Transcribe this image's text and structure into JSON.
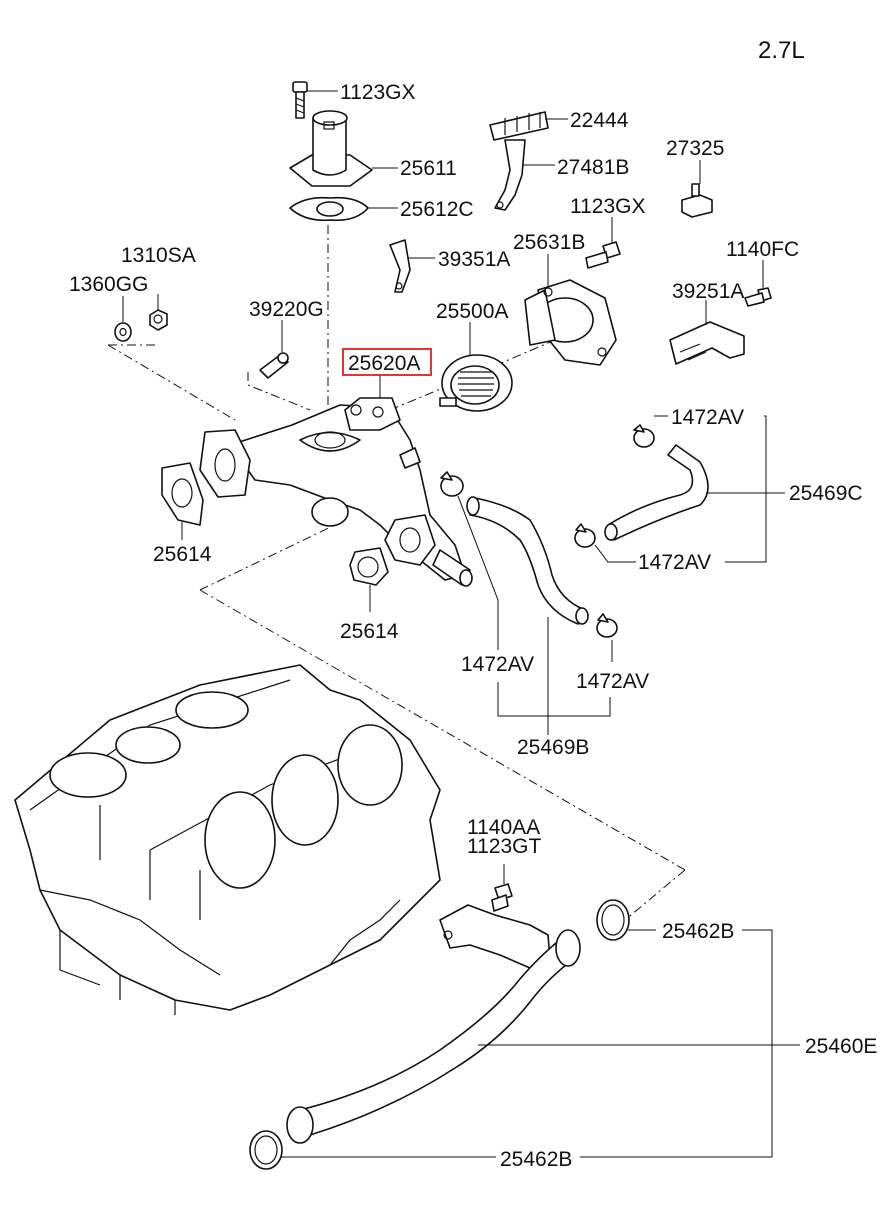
{
  "diagram": {
    "engine": "2.7L",
    "highlight_color": "#e0201b",
    "labels": {
      "p1123gx_a": "1123GX",
      "p25611": "25611",
      "p25612c": "25612C",
      "p22444": "22444",
      "p27481b": "27481B",
      "p27325": "27325",
      "p1123gx_b": "1123GX",
      "p1310sa": "1310SA",
      "p1360gg": "1360GG",
      "p39351a": "39351A",
      "p25631b": "25631B",
      "p1140fc": "1140FC",
      "p39251a": "39251A",
      "p39220g": "39220G",
      "p25500a": "25500A",
      "p25620a": "25620A",
      "p1472av_a": "1472AV",
      "p25469c": "25469C",
      "p1472av_b": "1472AV",
      "p25614_a": "25614",
      "p25614_b": "25614",
      "p1472av_c": "1472AV",
      "p1472av_d": "1472AV",
      "p25469b": "25469B",
      "p1140aa": "1140AA",
      "p1123gt": "1123GT",
      "p25462b_a": "25462B",
      "p25460e": "25460E",
      "p25462b_b": "25462B"
    }
  }
}
